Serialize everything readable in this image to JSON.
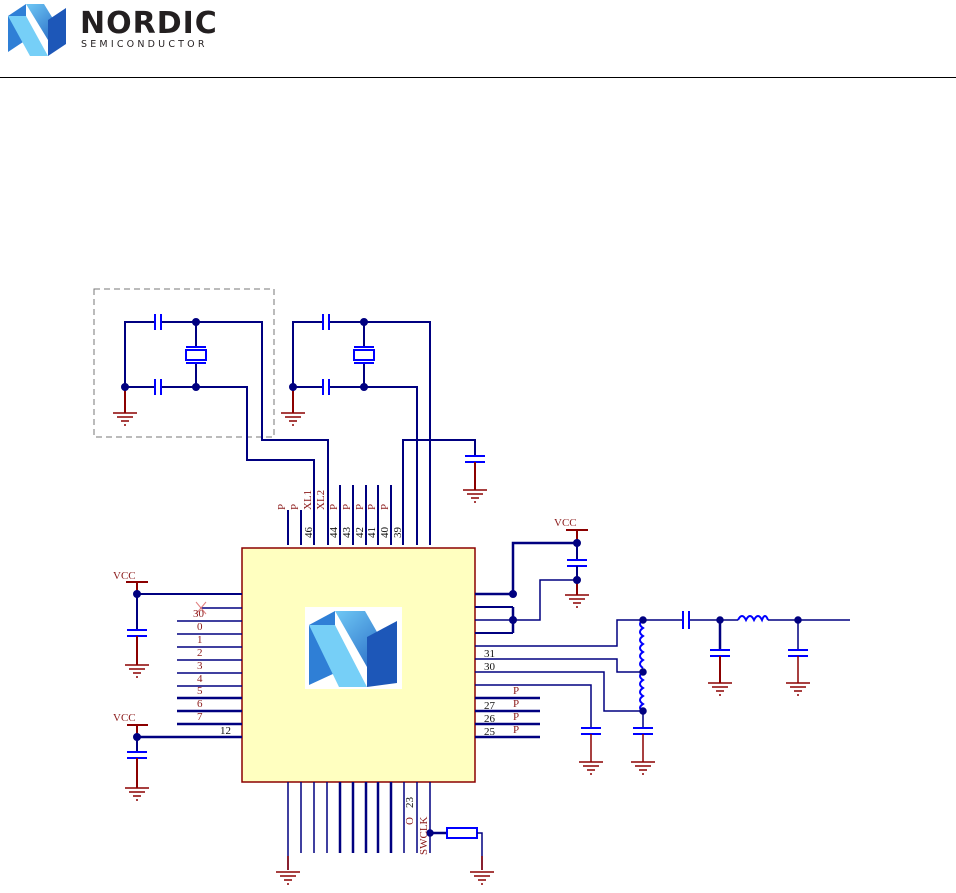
{
  "header": {
    "brand_name": "NORDIC",
    "brand_subtitle": "SEMICONDUCTOR",
    "logo_icon": "nordic-n-logo"
  },
  "schematic": {
    "colors": {
      "wire": "#000080",
      "component": "#0000ff",
      "power": "#8b0000",
      "chip_fill": "#ffffc0",
      "chip_border": "#8b0000",
      "label": "#8b1a1a"
    },
    "power_labels": {
      "vcc_left_top": "VCC",
      "vcc_left_bottom": "VCC",
      "vcc_right": "VCC"
    },
    "top_pins": {
      "net_labels": [
        "P",
        "P",
        "XL1",
        "XL2",
        "P",
        "P",
        "P",
        "P",
        "P"
      ],
      "pin_numbers": [
        "46",
        "44",
        "43",
        "42",
        "41",
        "40",
        "39"
      ]
    },
    "left_pins": {
      "net_labels": [
        "30",
        "0",
        "1",
        "2",
        "3",
        "4",
        "5",
        "6",
        "7"
      ],
      "pin_number_bottom": "12"
    },
    "right_pins": {
      "pin_numbers": [
        "31",
        "30",
        "27",
        "26",
        "25"
      ],
      "net_labels": [
        "P",
        "P",
        "P",
        "P"
      ]
    },
    "bottom_pins": {
      "pin_number": "23",
      "net_labels": [
        "O",
        "SWCLK"
      ]
    },
    "chip_logo_icon": "nordic-n-logo"
  }
}
